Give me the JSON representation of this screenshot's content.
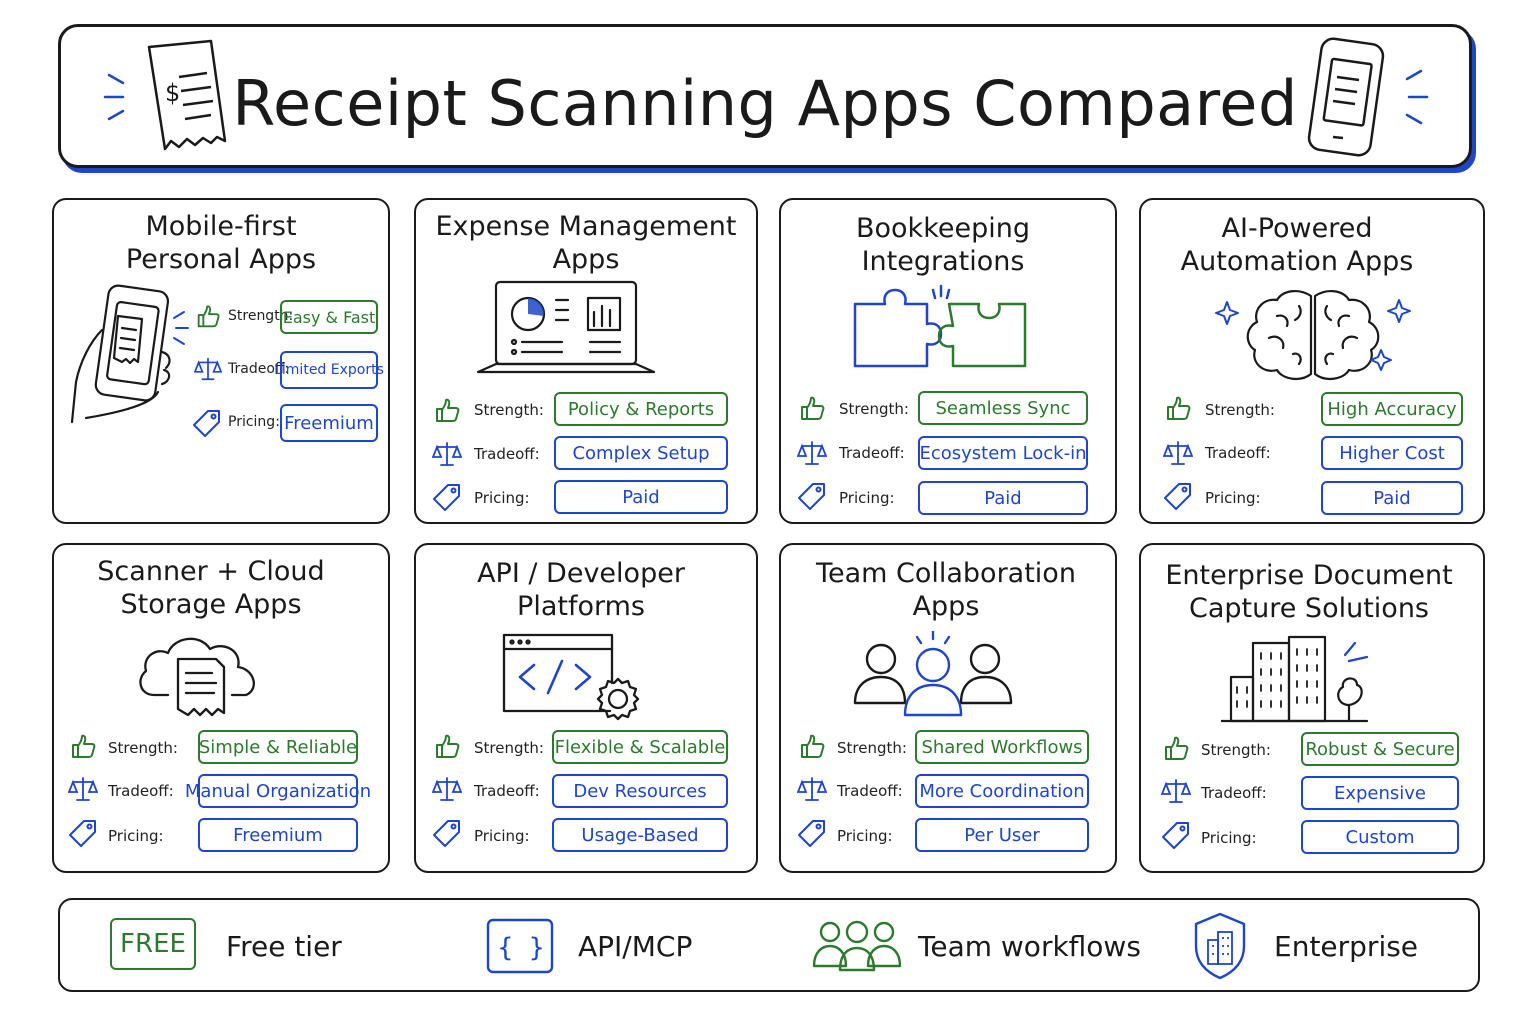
{
  "header": {
    "title": "Receipt Scanning Apps Compared"
  },
  "colors": {
    "ink": "#1a1a1a",
    "green": "#2c7a2e",
    "blue": "#1f45c8"
  },
  "labels": {
    "strength": "Strength:",
    "tradeoff": "Tradeoff:",
    "pricing": "Pricing:"
  },
  "cards": [
    {
      "title_line1": "Mobile-first",
      "title_line2": "Personal Apps",
      "icon": "phone-hand-icon",
      "strength": "Easy & Fast",
      "tradeoff": "Limited Exports",
      "pricing": "Freemium"
    },
    {
      "title_line1": "Expense Management",
      "title_line2": "Apps",
      "icon": "laptop-dashboard-icon",
      "strength": "Policy & Reports",
      "tradeoff": "Complex Setup",
      "pricing": "Paid"
    },
    {
      "title_line1": "Bookkeeping",
      "title_line2": "Integrations",
      "icon": "puzzle-icon",
      "strength": "Seamless Sync",
      "tradeoff": "Ecosystem Lock-in",
      "pricing": "Paid"
    },
    {
      "title_line1": "AI-Powered",
      "title_line2": "Automation Apps",
      "icon": "brain-icon",
      "strength": "High Accuracy",
      "tradeoff": "Higher Cost",
      "pricing": "Paid"
    },
    {
      "title_line1": "Scanner + Cloud",
      "title_line2": "Storage Apps",
      "icon": "cloud-document-icon",
      "strength": "Simple & Reliable",
      "tradeoff": "Manual Organization",
      "pricing": "Freemium"
    },
    {
      "title_line1": "API / Developer",
      "title_line2": "Platforms",
      "icon": "code-window-icon",
      "strength": "Flexible & Scalable",
      "tradeoff": "Dev Resources",
      "pricing": "Usage-Based"
    },
    {
      "title_line1": "Team Collaboration",
      "title_line2": "Apps",
      "icon": "team-icon",
      "strength": "Shared Workflows",
      "tradeoff": "More Coordination",
      "pricing": "Per User"
    },
    {
      "title_line1": "Enterprise Document",
      "title_line2": "Capture Solutions",
      "icon": "building-icon",
      "strength": "Robust & Secure",
      "tradeoff": "Expensive",
      "pricing": "Custom"
    }
  ],
  "legend": [
    {
      "badge": "FREE",
      "label": "Free tier",
      "icon": "free-badge-icon"
    },
    {
      "badge": "{ }",
      "label": "API/MCP",
      "icon": "braces-icon"
    },
    {
      "label": "Team workflows",
      "icon": "team-icon"
    },
    {
      "label": "Enterprise",
      "icon": "shield-building-icon"
    }
  ]
}
